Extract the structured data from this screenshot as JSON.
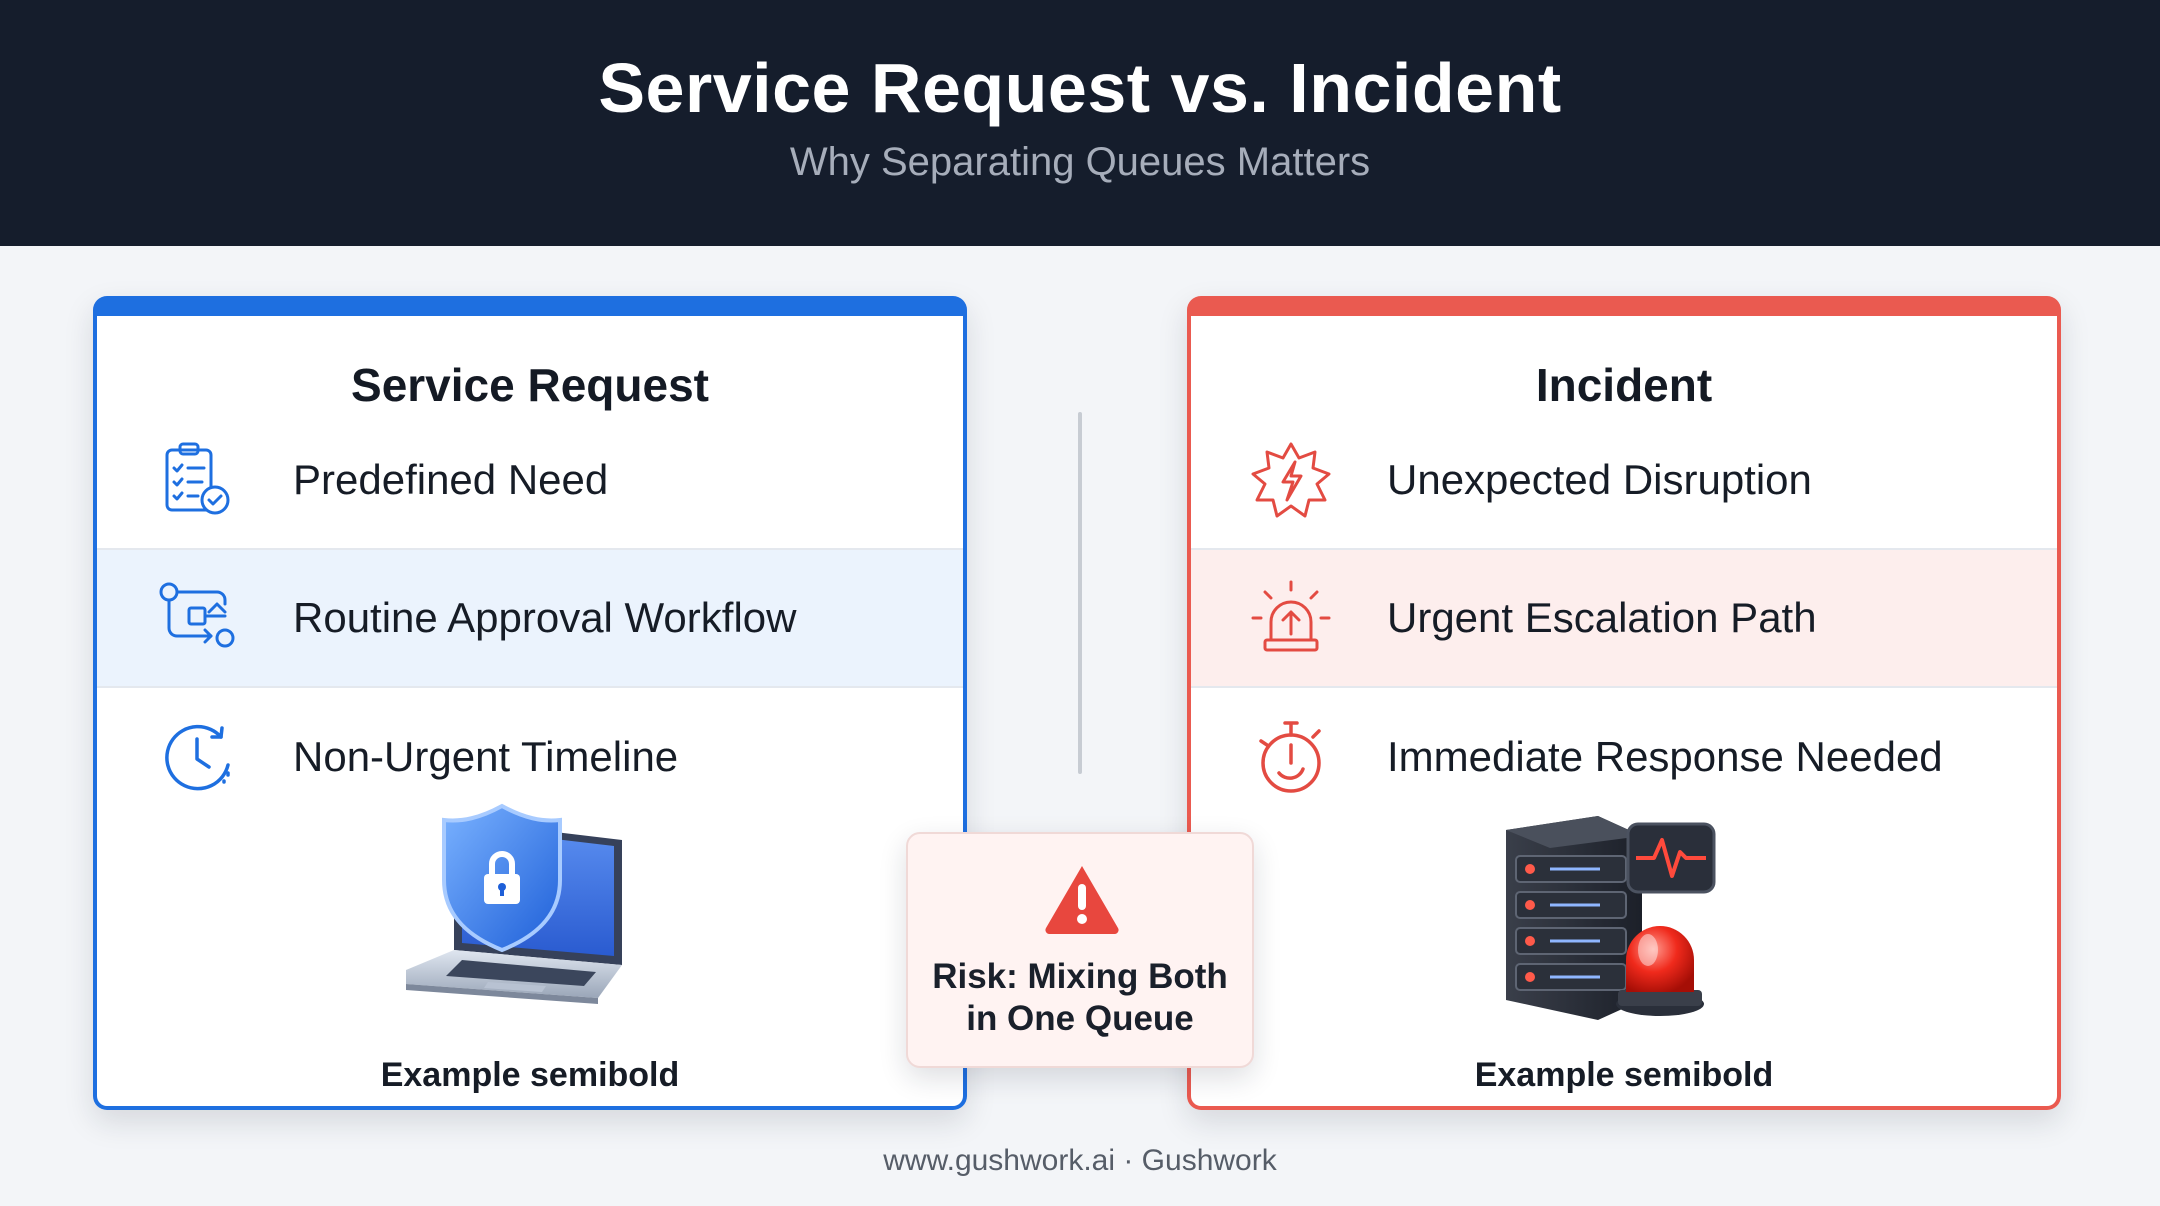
{
  "header": {
    "title": "Service Request vs. Incident",
    "subtitle": "Why Separating Queues Matters"
  },
  "colors": {
    "accent_blue": "#1e6fe0",
    "accent_red": "#ea5a50",
    "header_bg": "#151d2c"
  },
  "service_request": {
    "title": "Service Request",
    "rows": [
      {
        "icon": "clipboard-checklist-icon",
        "label": "Predefined Need"
      },
      {
        "icon": "workflow-icon",
        "label": "Routine Approval Workflow"
      },
      {
        "icon": "clock-icon",
        "label": "Non-Urgent Timeline"
      }
    ],
    "illustration": "laptop-shield-lock",
    "caption": "Example semibold"
  },
  "incident": {
    "title": "Incident",
    "rows": [
      {
        "icon": "lightning-burst-icon",
        "label": "Unexpected Disruption"
      },
      {
        "icon": "alarm-siren-icon",
        "label": "Urgent Escalation Path"
      },
      {
        "icon": "stopwatch-icon",
        "label": "Immediate Response Needed"
      }
    ],
    "illustration": "server-alarm",
    "caption": "Example semibold"
  },
  "risk": {
    "icon": "warning-triangle-icon",
    "line1": "Risk: Mixing Both",
    "line2": "in One Queue"
  },
  "footer": {
    "text": "www.gushwork.ai · Gushwork"
  }
}
